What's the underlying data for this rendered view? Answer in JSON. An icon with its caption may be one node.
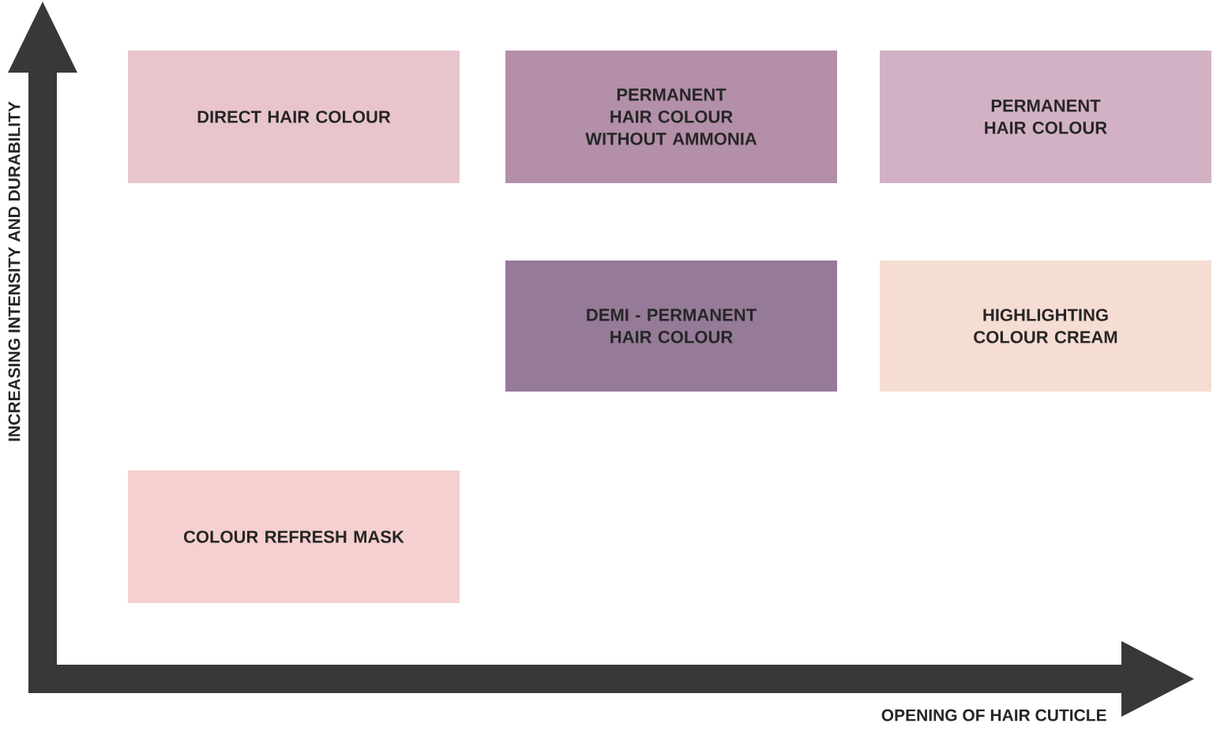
{
  "diagram": {
    "nodes": [
      {
        "text": [
          "DIRECT HAIR COLOUR"
        ]
      },
      {
        "text": [
          "PERMANENT HAIR COLOUR WITHOUT AMMONIA"
        ]
      },
      {
        "text": [
          "PERMANENT HAIR COLOUR"
        ]
      },
      {
        "text": [
          "DEMI - PERMANENT HAIR COLOUR"
        ]
      },
      {
        "text": [
          "HIGHLIGHTING COLOUR CREAM"
        ]
      },
      {
        "text": [
          "COLOUR REFRESH MASK"
        ]
      }
    ],
    "edges": [],
    "labels": [
      "INCREASING INTENSITY AND DURABILITY",
      "OPENING OF HAIR CUTICLE"
    ]
  }
}
